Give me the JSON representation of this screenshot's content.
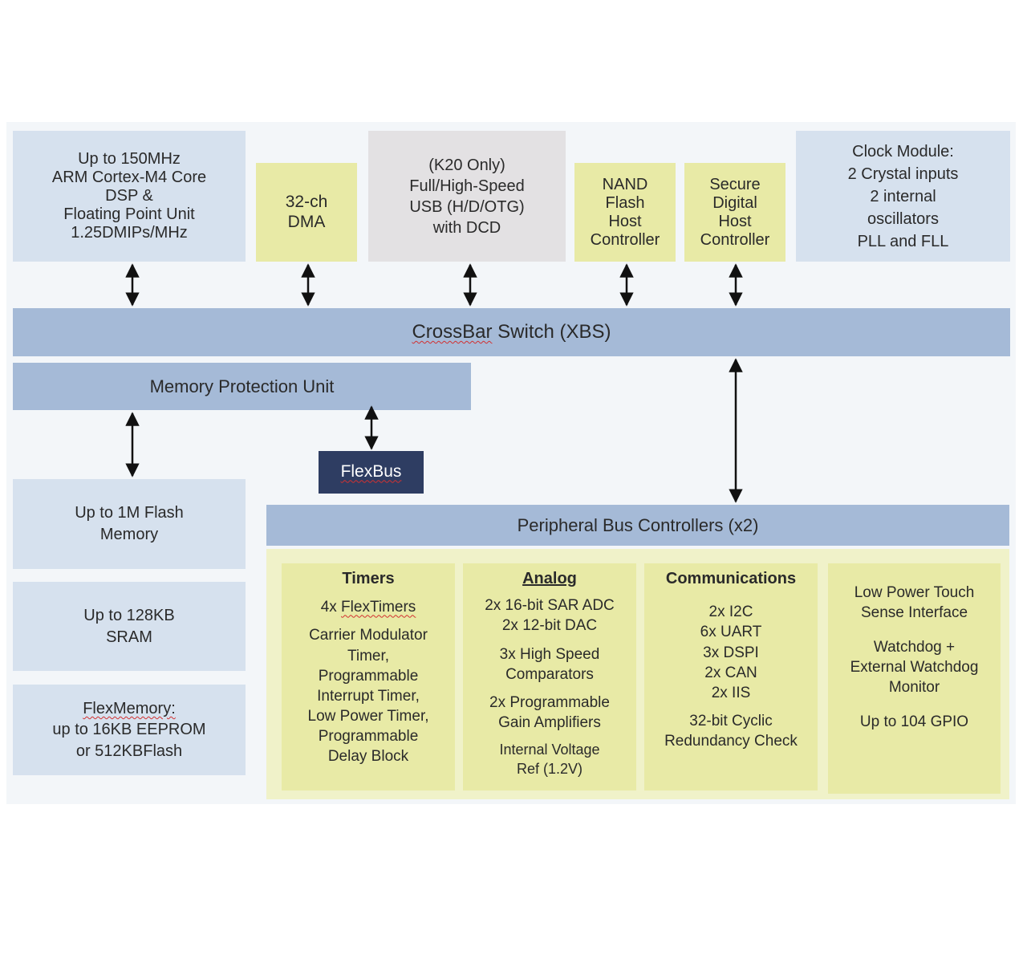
{
  "core": {
    "lines": [
      "Up to 150MHz",
      "ARM Cortex-M4 Core",
      "DSP &",
      "Floating Point Unit",
      "1.25DMIPs/MHz"
    ]
  },
  "dma": {
    "lines": [
      "32-ch",
      "DMA"
    ]
  },
  "usb": {
    "lines": [
      "(K20 Only)",
      "Full/High-Speed",
      "USB (H/D/OTG)",
      "with DCD"
    ]
  },
  "nand": {
    "lines": [
      "NAND",
      "Flash",
      "Host",
      "Controller"
    ]
  },
  "sdhc": {
    "lines": [
      "Secure",
      "Digital",
      "Host",
      "Controller"
    ]
  },
  "clock": {
    "lines": [
      "Clock Module:",
      "2 Crystal inputs",
      "2 internal",
      "oscillators",
      "PLL and FLL"
    ]
  },
  "crossbar": {
    "label_a": "CrossBar",
    "label_b": " Switch (XBS)"
  },
  "mpu": {
    "label": "Memory Protection Unit"
  },
  "flexbus": {
    "label": "FlexBus"
  },
  "flash": {
    "lines": [
      "Up to 1M Flash",
      "Memory"
    ]
  },
  "sram": {
    "lines": [
      "Up to 128KB",
      "SRAM"
    ]
  },
  "flexmemory": {
    "line1": "FlexMemory:",
    "line2": "up to 16KB EEPROM",
    "line3": "or 512KBFlash"
  },
  "peripheral_bus": {
    "label": "Peripheral Bus Controllers (x2)"
  },
  "timers": {
    "header": "Timers",
    "item1_a": "4x ",
    "item1_b": "FlexTimers",
    "lines": [
      "Carrier Modulator",
      "Timer,",
      "Programmable",
      "Interrupt Timer,",
      "Low Power Timer,",
      "Programmable",
      "Delay Block"
    ]
  },
  "analog": {
    "header": "Analog",
    "group1": [
      "2x 16-bit SAR ADC",
      "2x 12-bit DAC"
    ],
    "group2": [
      "3x High Speed",
      "Comparators"
    ],
    "group3": [
      "2x Programmable",
      "Gain Amplifiers"
    ],
    "group4": [
      "Internal Voltage",
      "Ref (1.2V)"
    ]
  },
  "communications": {
    "header": "Communications",
    "group1": [
      "2x I2C",
      "6x UART",
      "3x DSPI",
      "2x CAN",
      "2x IIS"
    ],
    "group2": [
      "32-bit Cyclic",
      "Redundancy Check"
    ]
  },
  "misc": {
    "group1": [
      "Low Power Touch",
      "Sense Interface"
    ],
    "group2": [
      "Watchdog +",
      "External Watchdog",
      "Monitor"
    ],
    "group3": [
      "Up to 104 GPIO"
    ]
  }
}
